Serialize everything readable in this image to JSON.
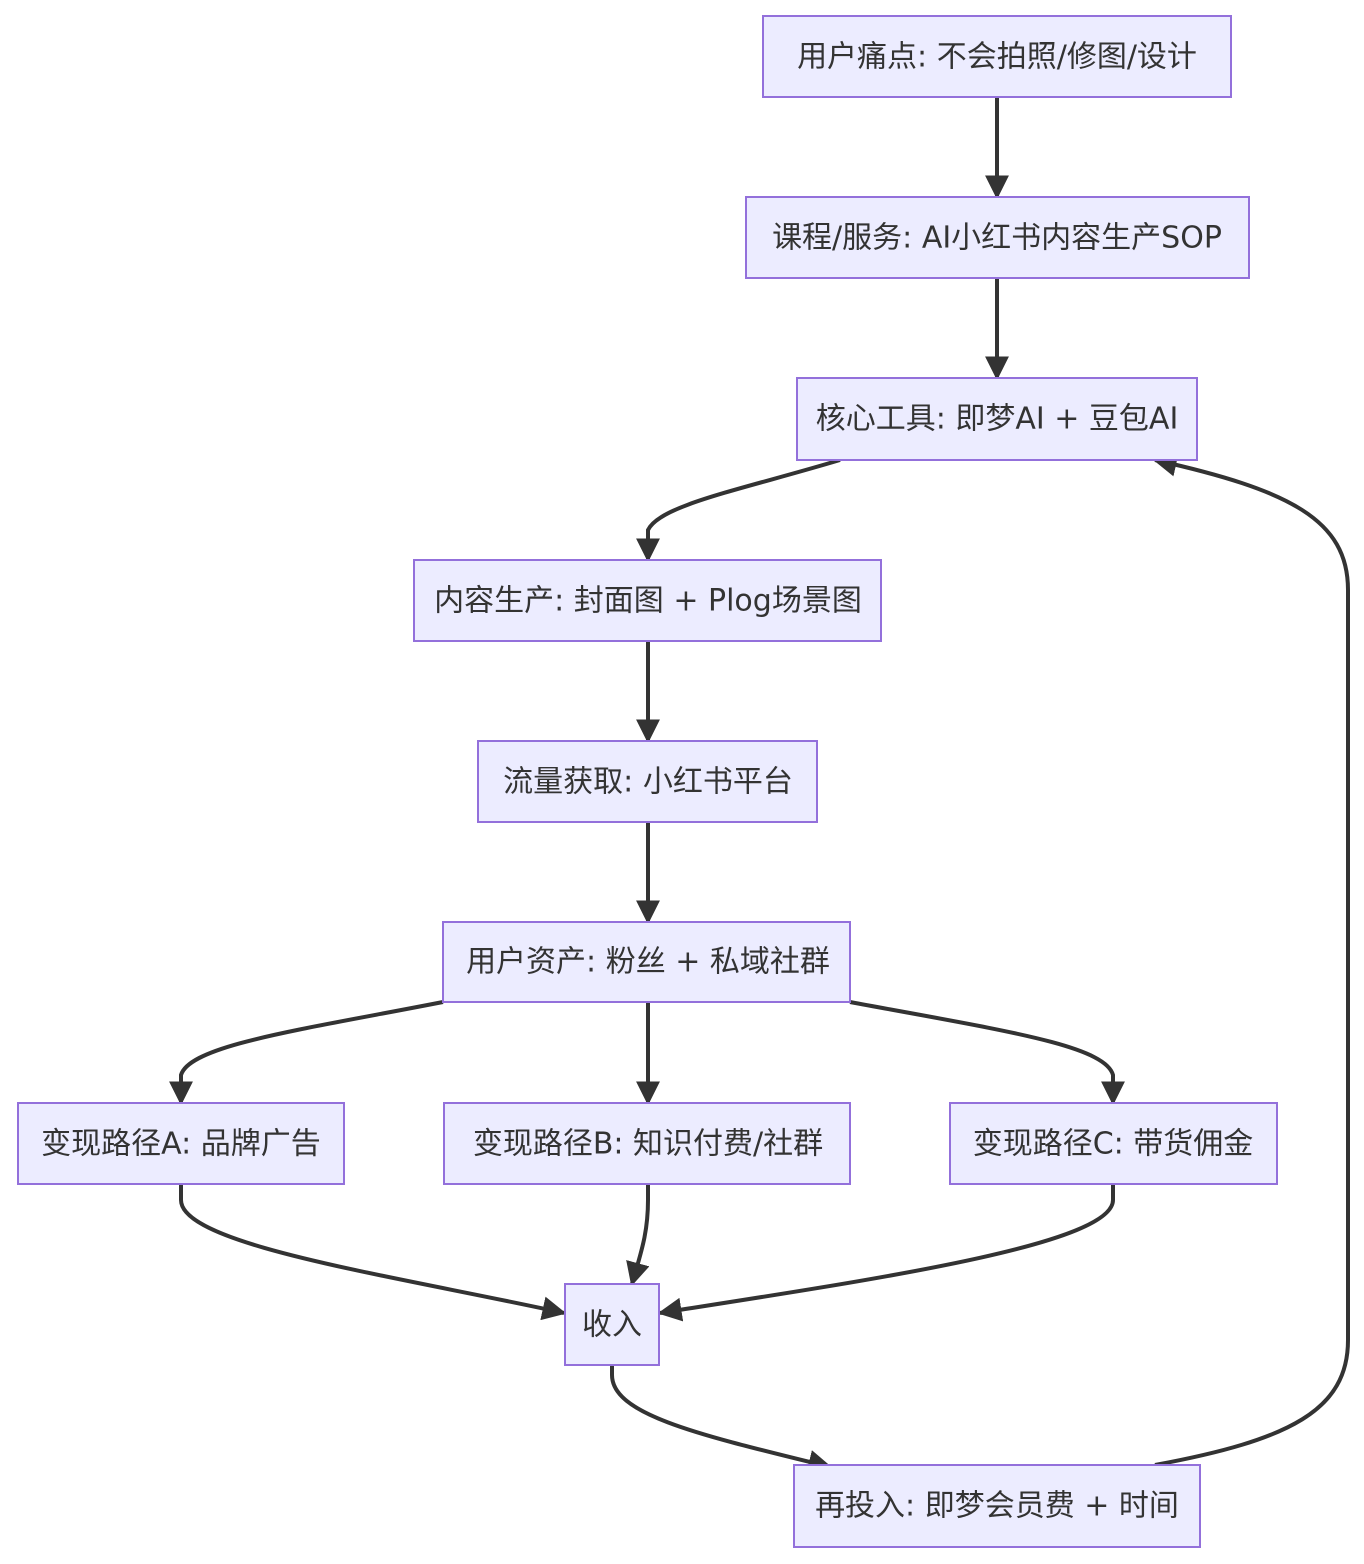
{
  "diagram": {
    "nodes": {
      "pain": "用户痛点: 不会拍照/修图/设计",
      "service": "课程/服务: AI小红书内容生产SOP",
      "tools": "核心工具: 即梦AI + 豆包AI",
      "content": "内容生产: 封面图 + Plog场景图",
      "traffic": "流量获取: 小红书平台",
      "assets": "用户资产: 粉丝 + 私域社群",
      "path_a": "变现路径A: 品牌广告",
      "path_b": "变现路径B: 知识付费/社群",
      "path_c": "变现路径C: 带货佣金",
      "income": "收入",
      "reinvest": "再投入: 即梦会员费 + 时间"
    },
    "edges": [
      {
        "from": "pain",
        "to": "service"
      },
      {
        "from": "service",
        "to": "tools"
      },
      {
        "from": "tools",
        "to": "content"
      },
      {
        "from": "content",
        "to": "traffic"
      },
      {
        "from": "traffic",
        "to": "assets"
      },
      {
        "from": "assets",
        "to": "path_a"
      },
      {
        "from": "assets",
        "to": "path_b"
      },
      {
        "from": "assets",
        "to": "path_c"
      },
      {
        "from": "path_a",
        "to": "income"
      },
      {
        "from": "path_b",
        "to": "income"
      },
      {
        "from": "path_c",
        "to": "income"
      },
      {
        "from": "income",
        "to": "reinvest"
      },
      {
        "from": "reinvest",
        "to": "tools"
      }
    ],
    "colors": {
      "node_fill": "#ECECFF",
      "node_border": "#9370DB",
      "edge": "#333333",
      "text": "#333333"
    }
  }
}
